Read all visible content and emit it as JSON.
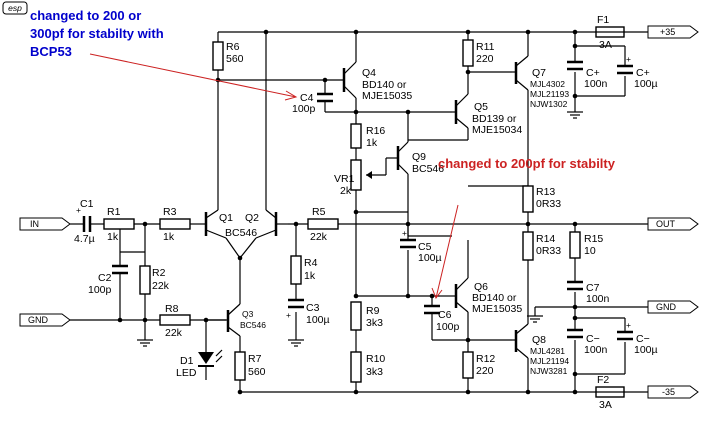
{
  "logo": "esp",
  "annotations": {
    "note1_line1": "changed to 200 or",
    "note1_line2": "300pf for stabilty with",
    "note1_line3": "BCP53",
    "note2": "changed to 200pf for stabilty"
  },
  "ports": {
    "in": "IN",
    "gnd_left": "GND",
    "v_pos": "+35",
    "out": "OUT",
    "gnd_right": "GND",
    "v_neg": "-35"
  },
  "components": {
    "c1": {
      "name": "C1",
      "value": "4.7µ",
      "pol": "+"
    },
    "r1": {
      "name": "R1",
      "value": "1k"
    },
    "r3": {
      "name": "R3",
      "value": "1k"
    },
    "c2": {
      "name": "C2",
      "value": "100p"
    },
    "r2": {
      "name": "R2",
      "value": "22k"
    },
    "r8": {
      "name": "R8",
      "value": "22k"
    },
    "d1": {
      "name": "D1",
      "value": "LED"
    },
    "q1": {
      "name": "Q1"
    },
    "q2": {
      "name": "Q2"
    },
    "q1q2_type": "BC546",
    "q3": {
      "name": "Q3",
      "value": "BC546"
    },
    "r7": {
      "name": "R7",
      "value": "560"
    },
    "r6": {
      "name": "R6",
      "value": "560"
    },
    "r5": {
      "name": "R5",
      "value": "22k"
    },
    "r4": {
      "name": "R4",
      "value": "1k"
    },
    "c3": {
      "name": "C3",
      "value": "100µ",
      "pol": "+"
    },
    "c4": {
      "name": "C4",
      "value": "100p"
    },
    "q4": {
      "name": "Q4",
      "line1": "BD140 or",
      "line2": "MJE15035"
    },
    "r16": {
      "name": "R16",
      "value": "1k"
    },
    "vr1": {
      "name": "VR1",
      "value": "2k"
    },
    "q9": {
      "name": "Q9",
      "value": "BC546"
    },
    "c5": {
      "name": "C5",
      "value": "100µ",
      "pol": "+"
    },
    "r9": {
      "name": "R9",
      "value": "3k3"
    },
    "r10": {
      "name": "R10",
      "value": "3k3"
    },
    "c6": {
      "name": "C6",
      "value": "100p"
    },
    "q6": {
      "name": "Q6",
      "line1": "BD140 or",
      "line2": "MJE15035"
    },
    "r11": {
      "name": "R11",
      "value": "220"
    },
    "q5": {
      "name": "Q5",
      "line1": "BD139 or",
      "line2": "MJE15034"
    },
    "q7": {
      "name": "Q7",
      "line1": "MJL4302",
      "line2": "MJL21193",
      "line3": "NJW1302"
    },
    "r13": {
      "name": "R13",
      "value": "0R33"
    },
    "r14": {
      "name": "R14",
      "value": "0R33"
    },
    "r12": {
      "name": "R12",
      "value": "220"
    },
    "q8": {
      "name": "Q8",
      "line1": "MJL4281",
      "line2": "MJL21194",
      "line3": "NJW3281"
    },
    "r15": {
      "name": "R15",
      "value": "10"
    },
    "c7": {
      "name": "C7",
      "value": "100n"
    },
    "cp1": {
      "name": "C+",
      "value": "100n"
    },
    "cp2": {
      "name": "C+",
      "value": "100µ",
      "pol": "+"
    },
    "cn1": {
      "name": "C−",
      "value": "100n"
    },
    "cn2": {
      "name": "C−",
      "value": "100µ",
      "pol": "+"
    },
    "f1": {
      "name": "F1",
      "value": "3A"
    },
    "f2": {
      "name": "F2",
      "value": "3A"
    }
  }
}
